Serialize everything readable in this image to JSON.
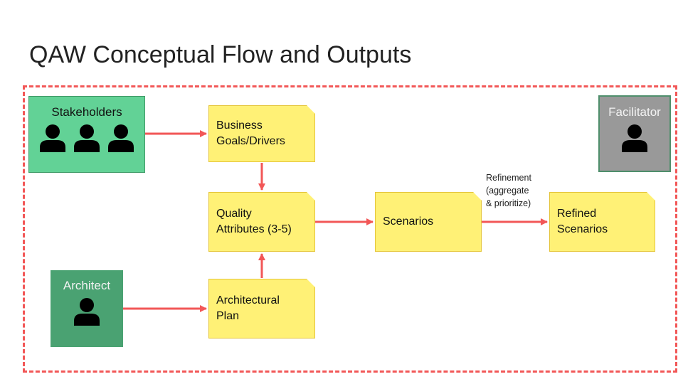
{
  "title": "QAW Conceptual Flow and Outputs",
  "colors": {
    "frame": "#f25757",
    "arrow": "#f25757",
    "note_fill": "#fff176",
    "stakeholders_fill": "#62d296",
    "architect_fill": "#4aa272",
    "facilitator_fill": "#999999"
  },
  "actors": {
    "stakeholders": {
      "label": "Stakeholders",
      "icon": "person-icon",
      "count": 3
    },
    "architect": {
      "label": "Architect",
      "icon": "person-icon",
      "count": 1
    },
    "facilitator": {
      "label": "Facilitator",
      "icon": "person-icon",
      "count": 1
    }
  },
  "notes": {
    "business_goals": {
      "line1": "Business",
      "line2": "Goals/Drivers"
    },
    "quality_attributes": {
      "line1": "Quality",
      "line2": "Attributes (3-5)"
    },
    "architectural_plan": {
      "line1": "Architectural",
      "line2": "Plan"
    },
    "scenarios": {
      "line1": "Scenarios"
    },
    "refined_scenarios": {
      "line1": "Refined",
      "line2": "Scenarios"
    }
  },
  "edge_labels": {
    "refinement": {
      "line1": "Refinement",
      "line2": "(aggregate",
      "line3": "& prioritize)"
    }
  }
}
